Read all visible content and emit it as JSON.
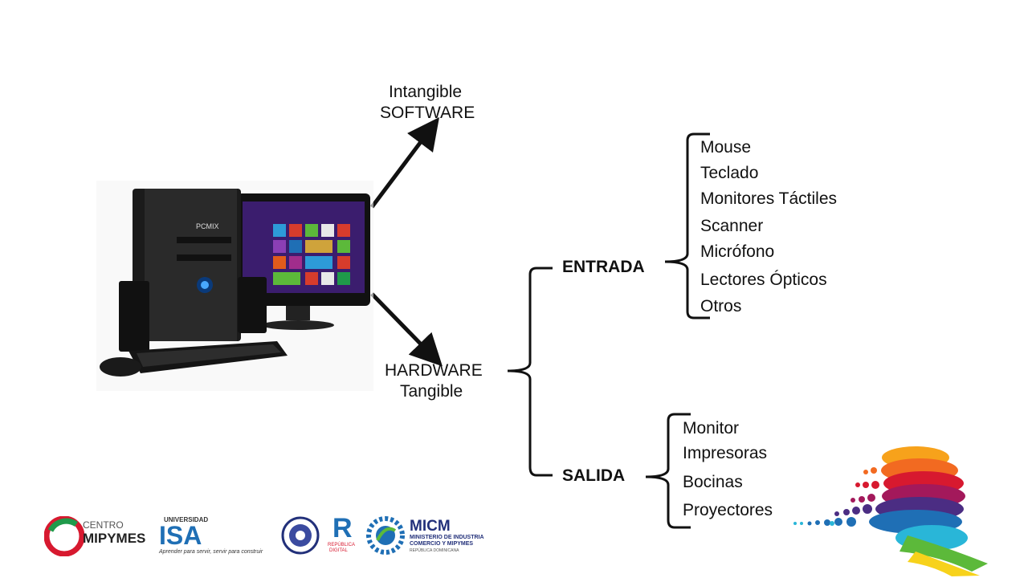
{
  "software": {
    "line1": "Intangible",
    "line2": "SOFTWARE"
  },
  "hardware": {
    "line1": "HARDWARE",
    "line2": "Tangible"
  },
  "entrada": {
    "label": "ENTRADA",
    "items": [
      "Mouse",
      "Teclado",
      "Monitores Táctiles",
      "Scanner",
      "Micrófono",
      "Lectores Ópticos",
      "Otros"
    ]
  },
  "salida": {
    "label": "SALIDA",
    "items": [
      "Monitor",
      "Impresoras",
      "Bocinas",
      "Proyectores"
    ]
  },
  "computer": {
    "brand": "PCMIX"
  },
  "logos": {
    "centro": {
      "line1": "CENTRO",
      "line2": "MIPYMES"
    },
    "isa": {
      "top": "UNIVERSIDAD",
      "name": "ISA",
      "tagline": "Aprender para servir, servir para construir"
    },
    "republica": {
      "letter": "R",
      "line1": "REPÚBLICA",
      "line2": "DIGITAL"
    },
    "micm": {
      "name": "MICM",
      "line1": "MINISTERIO DE INDUSTRIA",
      "line2": "COMERCIO Y MIPYMES",
      "line3": "REPÚBLICA DOMINICANA"
    }
  },
  "colors": {
    "line": "#111111",
    "accent_orange": "#f26a21",
    "accent_red": "#d7192f",
    "accent_purple": "#4b2d83",
    "accent_blue": "#1f6fb5",
    "accent_green": "#5cb93a"
  }
}
